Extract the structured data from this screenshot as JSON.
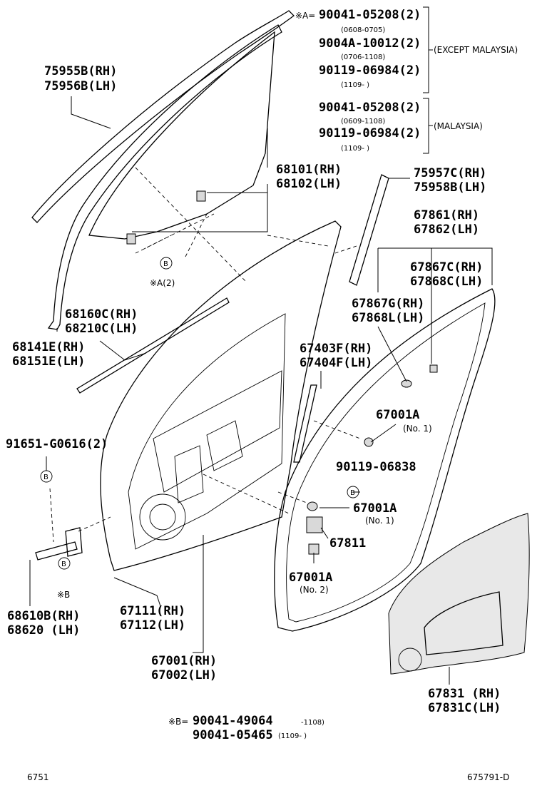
{
  "labels": {
    "note_a_prefix": "※A=",
    "a1": "90041-05208(2)",
    "a1d": "(0608-0705)",
    "a2": "9004A-10012(2)",
    "a2d": "(0706-1108)",
    "a3": "90119-06984(2)",
    "a3d": "(1109-       )",
    "except_malaysia": "(EXCEPT MALAYSIA)",
    "b1": "90041-05208(2)",
    "b1d": "(0609-1108)",
    "b2": "90119-06984(2)",
    "b2d": "(1109-       )",
    "malaysia": "(MALAYSIA)",
    "p75955": "75955B(RH)",
    "p75956": "75956B(LH)",
    "p68101": "68101(RH)",
    "p68102": "68102(LH)",
    "p75957": "75957C(RH)",
    "p75958": "75958B(LH)",
    "p67861": "67861(RH)",
    "p67862": "67862(LH)",
    "p67867c": "67867C(RH)",
    "p67868c": "67868C(LH)",
    "p67867g": "67867G(RH)",
    "p67868l": "67868L(LH)",
    "p68160": "68160C(RH)",
    "p68210": "68210C(LH)",
    "p68141": "68141E(RH)",
    "p68151": "68151E(LH)",
    "p67403": "67403F(RH)",
    "p67404": "67404F(LH)",
    "p67001a_1": "67001A",
    "no1": "(No. 1)",
    "p91651": "91651-G0616(2)",
    "p90119_06838": "90119-06838",
    "p67001a_2": "67001A",
    "no1b": "(No. 1)",
    "p67811": "67811",
    "p67001a_3": "67001A",
    "no2": "(No. 2)",
    "p68610": "68610B(RH)",
    "p68620": "68620 (LH)",
    "note_b": "※B",
    "p67111": "67111(RH)",
    "p67112": "67112(LH)",
    "p67001": "67001(RH)",
    "p67002": "67002(LH)",
    "p67831": "67831 (RH)",
    "p67831c": "67831C(LH)",
    "note_b_prefix": "※B=",
    "c1": "90041-49064",
    "c1d": "-1108)",
    "c2": "90041-05465",
    "c2d": "(1109-     )",
    "callout_b": "B",
    "callout_a2": "※A(2)",
    "footer_left": "6751",
    "footer_right": "675791-D"
  }
}
